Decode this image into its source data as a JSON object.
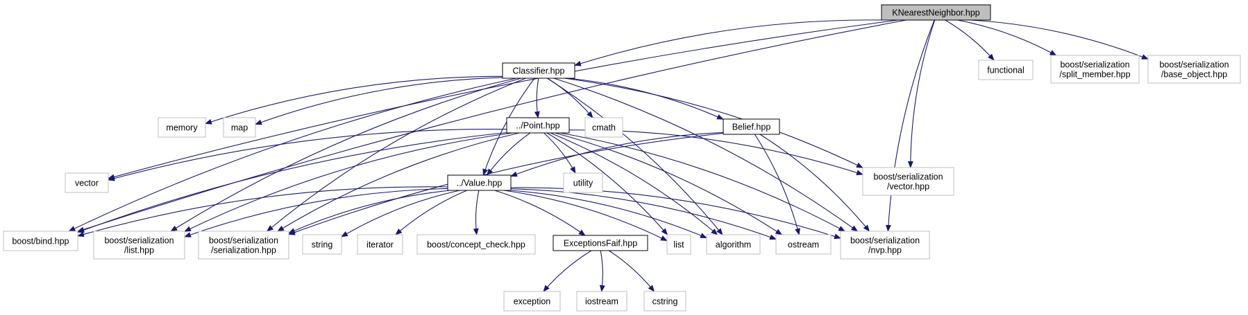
{
  "colors": {
    "edge": "#191970",
    "root_fill": "#bfbfbf",
    "internal_border": "#000000",
    "external_border": "#bfbfbf",
    "node_fill": "#ffffff"
  },
  "nodes": [
    {
      "id": "knn",
      "kind": "root",
      "lines": [
        "KNearestNeighbor.hpp"
      ]
    },
    {
      "id": "classifier",
      "kind": "internal",
      "lines": [
        "Classifier.hpp"
      ]
    },
    {
      "id": "functional",
      "kind": "external",
      "lines": [
        "functional"
      ]
    },
    {
      "id": "split_member",
      "kind": "external",
      "lines": [
        "boost/serialization",
        "/split_member.hpp"
      ]
    },
    {
      "id": "base_object",
      "kind": "external",
      "lines": [
        "boost/serialization",
        "/base_object.hpp"
      ]
    },
    {
      "id": "memory",
      "kind": "external",
      "lines": [
        "memory"
      ]
    },
    {
      "id": "map",
      "kind": "external",
      "lines": [
        "map"
      ]
    },
    {
      "id": "point",
      "kind": "internal",
      "lines": [
        "../Point.hpp"
      ]
    },
    {
      "id": "cmath",
      "kind": "external",
      "lines": [
        "cmath"
      ]
    },
    {
      "id": "belief",
      "kind": "internal",
      "lines": [
        "Belief.hpp"
      ]
    },
    {
      "id": "vector",
      "kind": "external",
      "lines": [
        "vector"
      ]
    },
    {
      "id": "utility",
      "kind": "external",
      "lines": [
        "utility"
      ]
    },
    {
      "id": "ser_vector",
      "kind": "external",
      "lines": [
        "boost/serialization",
        "/vector.hpp"
      ]
    },
    {
      "id": "value",
      "kind": "internal",
      "lines": [
        "../Value.hpp"
      ]
    },
    {
      "id": "bind",
      "kind": "external",
      "lines": [
        "boost/bind.hpp"
      ]
    },
    {
      "id": "ser_list",
      "kind": "external",
      "lines": [
        "boost/serialization",
        "/list.hpp"
      ]
    },
    {
      "id": "ser_serialization",
      "kind": "external",
      "lines": [
        "boost/serialization",
        "/serialization.hpp"
      ]
    },
    {
      "id": "string",
      "kind": "external",
      "lines": [
        "string"
      ]
    },
    {
      "id": "iterator",
      "kind": "external",
      "lines": [
        "iterator"
      ]
    },
    {
      "id": "concept_check",
      "kind": "external",
      "lines": [
        "boost/concept_check.hpp"
      ]
    },
    {
      "id": "exceptions",
      "kind": "internal",
      "lines": [
        "ExceptionsFaif.hpp"
      ]
    },
    {
      "id": "list",
      "kind": "external",
      "lines": [
        "list"
      ]
    },
    {
      "id": "algorithm",
      "kind": "external",
      "lines": [
        "algorithm"
      ]
    },
    {
      "id": "ostream",
      "kind": "external",
      "lines": [
        "ostream"
      ]
    },
    {
      "id": "ser_nvp",
      "kind": "external",
      "lines": [
        "boost/serialization",
        "/nvp.hpp"
      ]
    },
    {
      "id": "exception",
      "kind": "external",
      "lines": [
        "exception"
      ]
    },
    {
      "id": "iostream",
      "kind": "external",
      "lines": [
        "iostream"
      ]
    },
    {
      "id": "cstring",
      "kind": "external",
      "lines": [
        "cstring"
      ]
    }
  ],
  "edges": [
    [
      "knn",
      "classifier"
    ],
    [
      "knn",
      "functional"
    ],
    [
      "knn",
      "split_member"
    ],
    [
      "knn",
      "base_object"
    ],
    [
      "knn",
      "bind"
    ],
    [
      "knn",
      "vector"
    ],
    [
      "knn",
      "ser_vector"
    ],
    [
      "knn",
      "ser_nvp"
    ],
    [
      "classifier",
      "memory"
    ],
    [
      "classifier",
      "map"
    ],
    [
      "classifier",
      "point"
    ],
    [
      "classifier",
      "cmath"
    ],
    [
      "classifier",
      "belief"
    ],
    [
      "classifier",
      "value"
    ],
    [
      "classifier",
      "bind"
    ],
    [
      "classifier",
      "ser_list"
    ],
    [
      "classifier",
      "ser_serialization"
    ],
    [
      "classifier",
      "algorithm"
    ],
    [
      "classifier",
      "ser_vector"
    ],
    [
      "classifier",
      "ser_nvp"
    ],
    [
      "point",
      "vector"
    ],
    [
      "point",
      "utility"
    ],
    [
      "point",
      "value"
    ],
    [
      "point",
      "bind"
    ],
    [
      "point",
      "ser_list"
    ],
    [
      "point",
      "ser_serialization"
    ],
    [
      "point",
      "list"
    ],
    [
      "point",
      "algorithm"
    ],
    [
      "point",
      "ostream"
    ],
    [
      "point",
      "ser_nvp"
    ],
    [
      "point",
      "ser_vector"
    ],
    [
      "belief",
      "value"
    ],
    [
      "belief",
      "ser_serialization"
    ],
    [
      "belief",
      "ostream"
    ],
    [
      "belief",
      "ser_nvp"
    ],
    [
      "value",
      "bind"
    ],
    [
      "value",
      "ser_list"
    ],
    [
      "value",
      "ser_serialization"
    ],
    [
      "value",
      "string"
    ],
    [
      "value",
      "iterator"
    ],
    [
      "value",
      "concept_check"
    ],
    [
      "value",
      "exceptions"
    ],
    [
      "value",
      "list"
    ],
    [
      "value",
      "algorithm"
    ],
    [
      "value",
      "ostream"
    ],
    [
      "value",
      "ser_nvp"
    ],
    [
      "exceptions",
      "exception"
    ],
    [
      "exceptions",
      "iostream"
    ],
    [
      "exceptions",
      "cstring"
    ]
  ]
}
